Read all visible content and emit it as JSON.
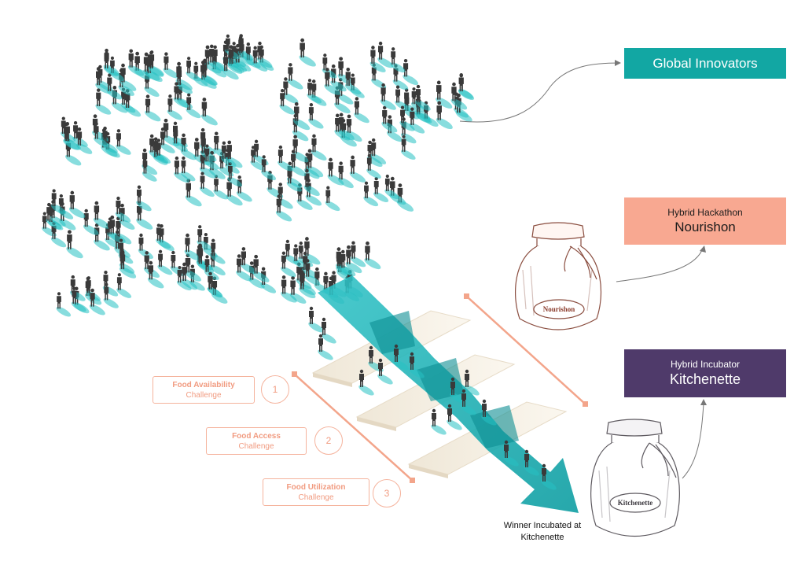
{
  "boxes": {
    "global": {
      "title": "Global Innovators"
    },
    "hackathon": {
      "subtitle": "Hybrid Hackathon",
      "title": "Nourishon"
    },
    "incubator": {
      "subtitle": "Hybrid Incubator",
      "title": "Kitchenette"
    }
  },
  "challenges": [
    {
      "line1": "Food Availability",
      "line2": "Challenge",
      "number": "1"
    },
    {
      "line1": "Food Access",
      "line2": "Challenge",
      "number": "2"
    },
    {
      "line1": "Food Utilization",
      "line2": "Challenge",
      "number": "3"
    }
  ],
  "jars": {
    "nourishon": "Nourishon",
    "kitchenette": "Kitchenette"
  },
  "winner_label": {
    "line1": "Winner Incubated at",
    "line2": "Kitchenette"
  },
  "colors": {
    "teal": "#12a7a3",
    "salmon": "#f8a891",
    "purple": "#4f3a6a",
    "figure": "#3a3a3a",
    "shadow": "#27c1c2"
  }
}
